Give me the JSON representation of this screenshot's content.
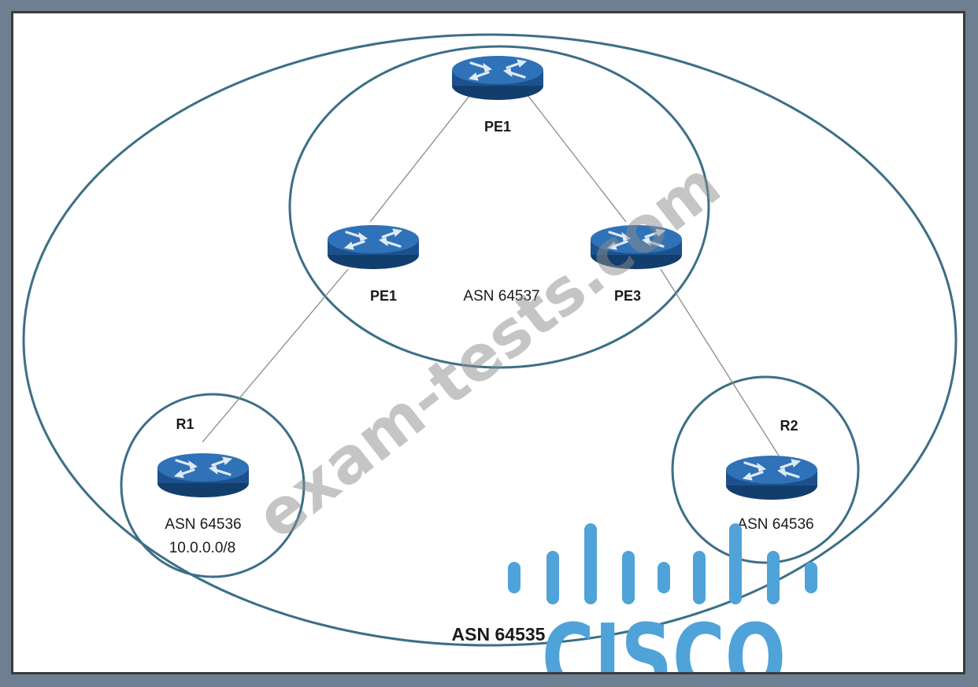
{
  "colors": {
    "ring": "#3c6f86",
    "link": "#8a8a8a",
    "router_top": "#2f6fb4",
    "router_side": "#1c4f8c",
    "cisco_blue": "#4fa3d9",
    "watermark": "#8c8c8c"
  },
  "zones": {
    "outer_asn": "ASN 64535",
    "core_asn": "ASN 64537"
  },
  "routers": [
    {
      "id": "pe-top",
      "label": "PE1",
      "icon": "router-icon"
    },
    {
      "id": "pe-left",
      "label": "PE1",
      "icon": "router-icon"
    },
    {
      "id": "pe-right",
      "label": "PE3",
      "icon": "router-icon"
    },
    {
      "id": "r1",
      "label": "R1",
      "icon": "router-icon",
      "asn": "ASN 64536",
      "prefix": "10.0.0.0/8"
    },
    {
      "id": "r2",
      "label": "R2",
      "icon": "router-icon",
      "asn": "ASN 64536"
    }
  ],
  "watermark": "exam-tests.com",
  "logo": {
    "name": "cisco-logo",
    "text": "CISCO"
  }
}
